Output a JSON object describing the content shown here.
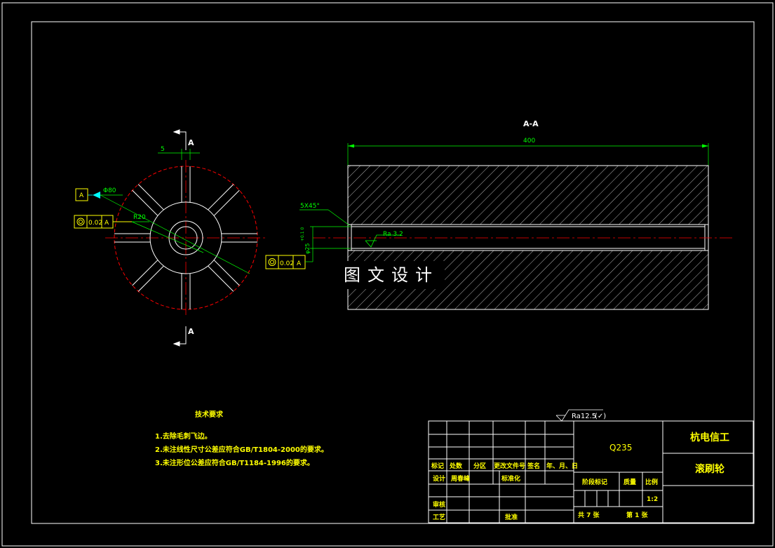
{
  "section_label": "A",
  "section_title": "A-A",
  "dims": {
    "length": "400",
    "slot_width": "5",
    "outer_diameter": "Φ80",
    "radius": "R20",
    "chamfer": "5X45°",
    "bore": "φ25",
    "bore_tol": "+0.1 0",
    "roughness_bore": "Ra 3.2",
    "roughness_general": "Ra12.5",
    "roughness_general_suffix": "(✓)"
  },
  "datum": {
    "label": "A",
    "tolerance": "0.02",
    "ref": "A"
  },
  "watermark": "图文设计",
  "tech_req": {
    "title": "技术要求",
    "items": [
      "1.去除毛刺飞边。",
      "2.未注线性尺寸公差应符合GB/T1804-2000的要求。",
      "3.未注形位公差应符合GB/T1184-1996的要求。"
    ]
  },
  "title_block": {
    "material": "Q235",
    "company": "杭电信工",
    "part_name": "滚刷轮",
    "headers": {
      "mark": "标记",
      "count": "处数",
      "zone": "分区",
      "change_doc": "更改文件号",
      "sign": "签名",
      "date": "年、月、日",
      "design": "设计",
      "designer": "周春峰",
      "standardize": "标准化",
      "review": "审核",
      "process": "工艺",
      "approve": "批准",
      "stage_mark": "阶段标记",
      "weight": "质量",
      "scale_label": "比例",
      "scale": "1:2",
      "total_sheets": "共 7 张",
      "sheet_no": "第 1 张"
    }
  },
  "colors": {
    "background": "#000000",
    "border": "#ffffff",
    "dimension": "#00ff00",
    "centerline": "#ff0000",
    "hatch": "#ffffff",
    "text_yellow": "#ffff00",
    "leader_cyan": "#00ffff"
  }
}
